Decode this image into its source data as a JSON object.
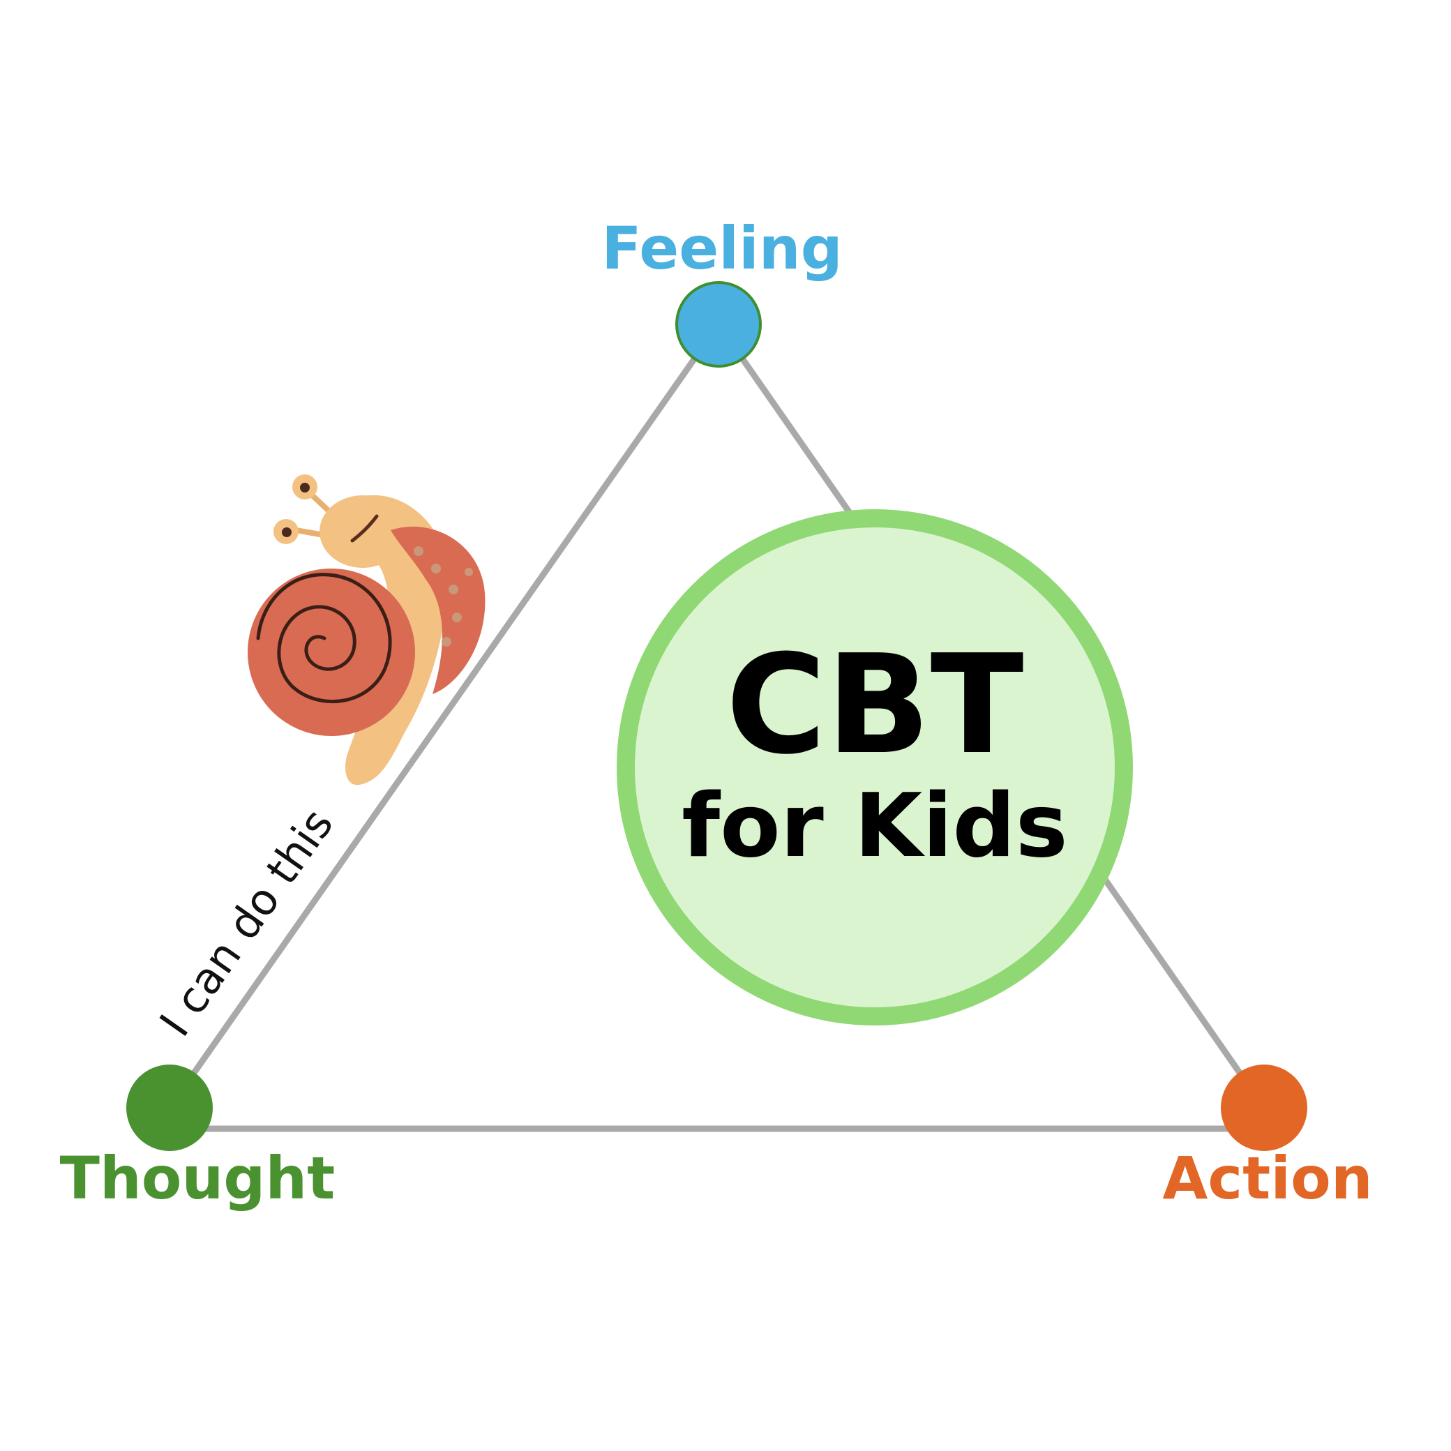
{
  "center": {
    "title": "CBT",
    "subtitle": "for Kids",
    "fill_color": "#daf4cf",
    "ring_color": "#8fd873"
  },
  "nodes": {
    "feeling": {
      "label": "Feeling",
      "color": "#49b0e0"
    },
    "thought": {
      "label": "Thought",
      "color": "#4a9130"
    },
    "action": {
      "label": "Action",
      "color": "#e26626"
    }
  },
  "edge_color": "#a9a9a9",
  "annotation": {
    "text": "I can do this"
  },
  "illustration": {
    "icon": "snail-icon",
    "shell_color": "#d96b52",
    "body_color": "#f3c283"
  }
}
